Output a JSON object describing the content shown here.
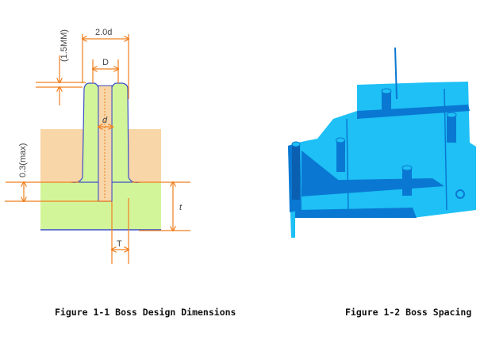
{
  "figure1": {
    "caption": "Figure 1-1 Boss Design Dimensions",
    "labels": {
      "outer_diameter": "2.0d",
      "counterbore": "D",
      "top_height": "(1.5MM)",
      "hole": "d",
      "sink_depth": "0.3(max)",
      "wall_thickness": "t",
      "boss_wall": "T"
    }
  },
  "figure2": {
    "caption": "Figure 1-2 Boss Spacing"
  },
  "colors": {
    "dimension": "#f07f1e",
    "wall": "#f8d6a8",
    "boss": "#d3f59a",
    "outline": "#3a4fc8",
    "part_light": "#1ec0f5",
    "part_dark": "#0a78d2"
  }
}
